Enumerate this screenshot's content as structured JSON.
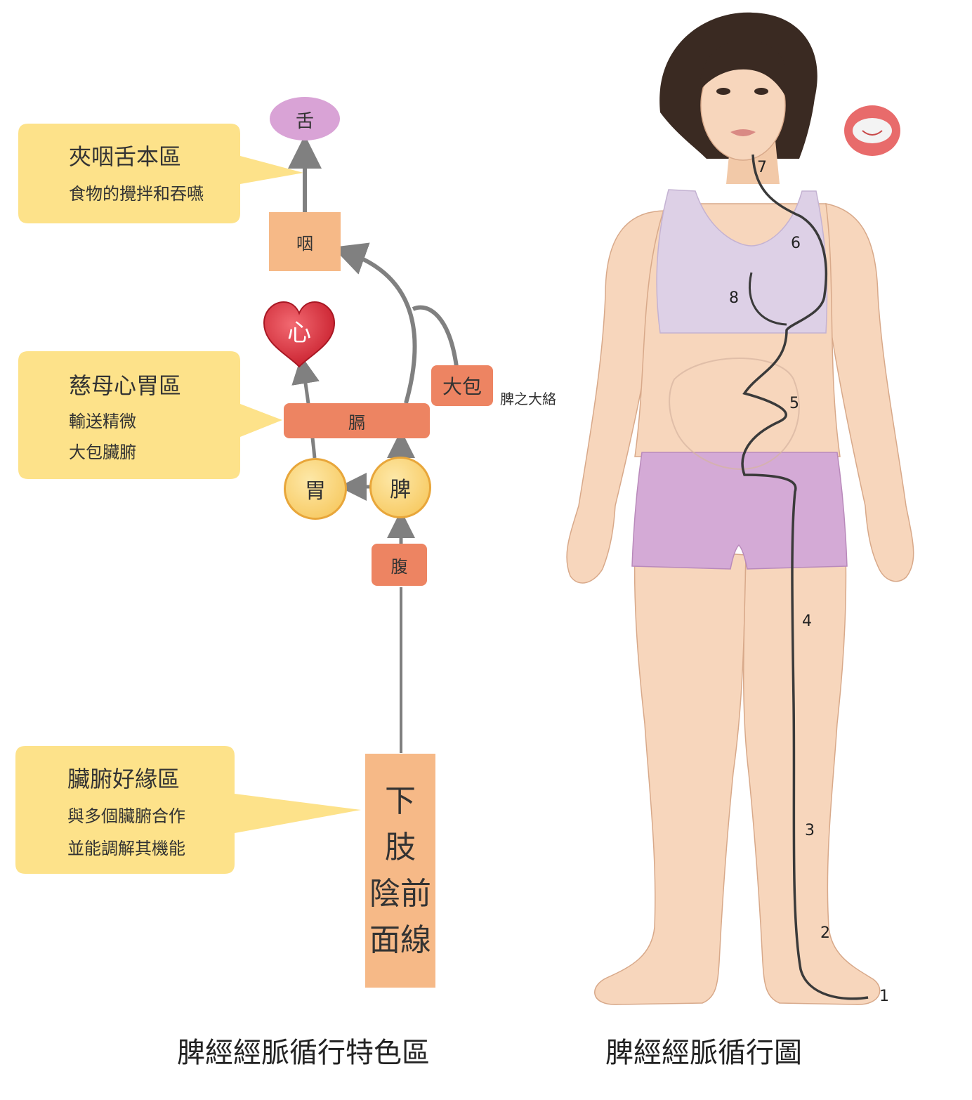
{
  "flow": {
    "nodes": {
      "tongue": "舌",
      "pharynx": "咽",
      "heart": "心",
      "diaphragm": "膈",
      "dabao": "大包",
      "stomach": "胃",
      "spleen": "脾",
      "abdomen": "腹",
      "lower_limb": [
        "下",
        "肢",
        "陰前",
        "面線"
      ]
    },
    "dabao_note": "脾之大絡"
  },
  "callouts": [
    {
      "title": "夾咽舌本區",
      "lines": [
        "食物的攪拌和吞嚥"
      ]
    },
    {
      "title": "慈母心胃區",
      "lines": [
        "輸送精微",
        "大包臟腑"
      ]
    },
    {
      "title": "臟腑好緣區",
      "lines": [
        "與多個臟腑合作",
        "並能調解其機能"
      ]
    }
  ],
  "body_figure": {
    "path_numbers": [
      "1",
      "2",
      "3",
      "4",
      "5",
      "6",
      "7",
      "8"
    ]
  },
  "captions": {
    "left": "脾經經脈循行特色區",
    "right": "脾經經脈循行圖"
  },
  "colors": {
    "callout": "#fde28a",
    "node_light": "#f6b987",
    "node_red": "#ed8462",
    "circle": "#f6c352",
    "tongue": "#d9a3d6",
    "heart": "#e0303c",
    "arrow": "#808080",
    "skin": "#f7d6bc",
    "bra": "#ddd0e6",
    "shorts": "#d4aad6",
    "hair": "#3a2a22",
    "meridian": "#3a3a3a"
  }
}
